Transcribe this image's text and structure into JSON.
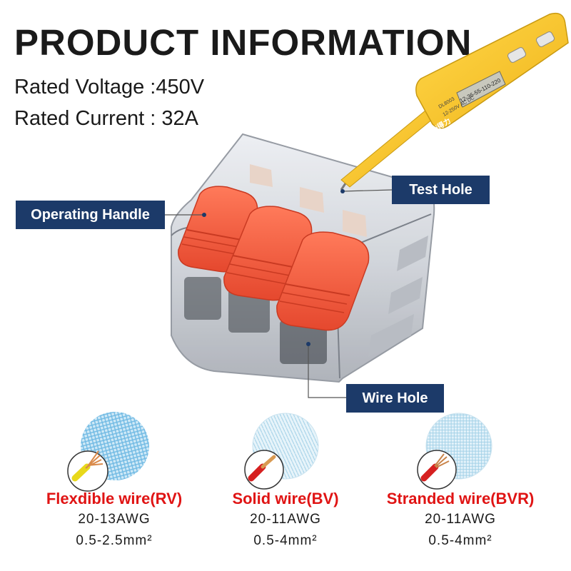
{
  "header": {
    "title": "PRODUCT  INFORMATION",
    "rated_voltage": "Rated Voltage :450V",
    "rated_current": "Rated Current : 32A"
  },
  "tester": {
    "brand": "deli得力",
    "model": "DL8003",
    "range": "12-250V AC DC",
    "display": "12-36-55-110-220"
  },
  "callouts": {
    "operating_handle": "Operating Handle",
    "test_hole": "Test Hole",
    "wire_hole": "Wire Hole"
  },
  "wires": [
    {
      "name": "Flexdible wire(RV)",
      "awg": "20-13AWG",
      "area": "0.5-2.5mm²"
    },
    {
      "name": "Solid wire(BV)",
      "awg": "20-11AWG",
      "area": "0.5-4mm²"
    },
    {
      "name": "Stranded wire(BVR)",
      "awg": "20-11AWG",
      "area": "0.5-4mm²"
    }
  ],
  "colors": {
    "callout_bg": "#1c3a69",
    "wire_label": "#e01414",
    "lever": "#f25a3e",
    "tester_body": "#f7c320"
  }
}
